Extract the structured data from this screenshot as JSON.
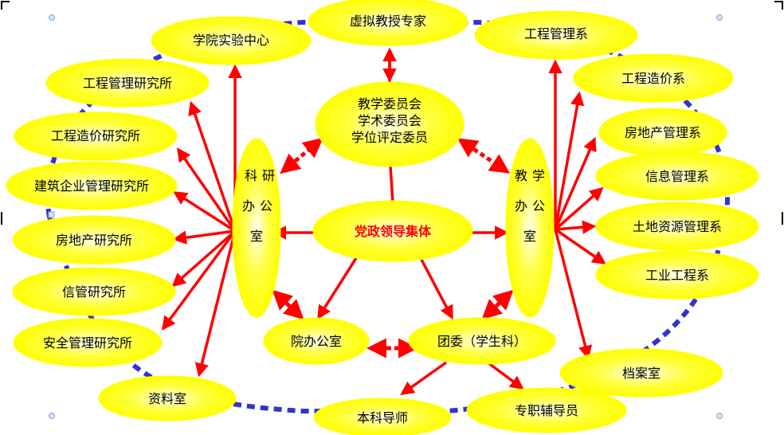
{
  "colors": {
    "node_fill": "#ffff00",
    "node_glow": "#fffde0",
    "arrow": "#ff0000",
    "dashed_ring": "#3333cc",
    "center_text": "#ff0000",
    "handle": "#7fa7d9"
  },
  "nodes": {
    "virtual_professor": "虚拟教授专家",
    "college_lab": "学院实验中心",
    "eng_mgmt_dept": "工程管理系",
    "eng_mgmt_institute": "工程管理研究所",
    "cost_dept": "工程造价系",
    "committees": [
      "教学委员会",
      "学术委员会",
      "学位评定委员"
    ],
    "cost_institute": "工程造价研究所",
    "real_estate_dept": "房地产管理系",
    "construction_institute": "建筑企业管理研究所",
    "info_mgmt_dept": "信息管理系",
    "research_office": [
      "科",
      "研",
      "办",
      "公",
      "室"
    ],
    "teaching_office": [
      "教",
      "学",
      "办",
      "公",
      "室"
    ],
    "leadership": "党政领导集体",
    "land_dept": "土地资源管理系",
    "real_estate_institute": "房地产研究所",
    "industrial_dept": "工业工程系",
    "info_institute": "信管研究所",
    "safety_institute": "安全管理研究所",
    "college_office": "院办公室",
    "youth_league": "团委（学生科）",
    "archive": "档案室",
    "data_room": "资料室",
    "undergrad_tutor": "本科导师",
    "counselor": "专职辅导员"
  }
}
